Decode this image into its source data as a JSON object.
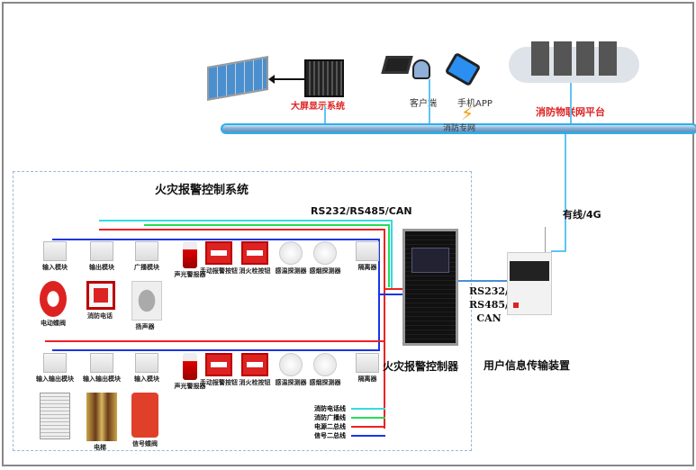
{
  "top": {
    "display_system": "大屏显示系统",
    "client": "客户端",
    "mobile_app": "手机APP",
    "iot_platform": "消防物联网平台",
    "network": "消防专网"
  },
  "system": {
    "title": "火灾报警控制系统",
    "protocol_top": "RS232/RS485/CAN",
    "controller": "火灾报警控制器",
    "protocol_side": [
      "RS232/",
      "RS485/",
      "CAN"
    ],
    "uitd": "用户信息传输装置",
    "link": "有线/4G"
  },
  "colors": {
    "bus": "#1a35e8",
    "power": "#ee2222",
    "broadcast": "#22dd55",
    "phone": "#33dddd",
    "network": "#5ec5f2"
  },
  "row1": [
    {
      "label": "输入模块",
      "type": "mod",
      "sub": "电动蝶阀",
      "subtype": "valve"
    },
    {
      "label": "输出模块",
      "type": "mod",
      "sub": "消防电话",
      "subtype": "phone"
    },
    {
      "label": "广播模块",
      "type": "mod",
      "sub": "扬声器",
      "subtype": "speaker"
    },
    {
      "label": "声光警报器",
      "type": "strobe"
    },
    {
      "label": "手动报警按钮",
      "type": "btn"
    },
    {
      "label": "消火栓按钮",
      "type": "btn"
    },
    {
      "label": "感温探测器",
      "type": "det"
    },
    {
      "label": "感烟探测器",
      "type": "det"
    },
    {
      "label": "隔离器",
      "type": "mod"
    }
  ],
  "row2": [
    {
      "label": "输入输出模块",
      "type": "mod",
      "sub": "",
      "subtype": "shutter"
    },
    {
      "label": "输入输出模块",
      "type": "mod",
      "sub": "电梯",
      "subtype": "elevator"
    },
    {
      "label": "输入模块",
      "type": "mod",
      "sub": "信号蝶阀",
      "subtype": "pipevalve"
    },
    {
      "label": "声光警报器",
      "type": "strobe"
    },
    {
      "label": "手动报警按钮",
      "type": "btn"
    },
    {
      "label": "消火栓按钮",
      "type": "btn"
    },
    {
      "label": "感温探测器",
      "type": "det"
    },
    {
      "label": "感烟探测器",
      "type": "det"
    },
    {
      "label": "隔离器",
      "type": "mod"
    }
  ],
  "legend": [
    {
      "label": "消防电话线",
      "color": "#33dddd"
    },
    {
      "label": "消防广播线",
      "color": "#22dd55"
    },
    {
      "label": "电源二总线",
      "color": "#ee2222"
    },
    {
      "label": "信号二总线",
      "color": "#1a35e8"
    }
  ]
}
